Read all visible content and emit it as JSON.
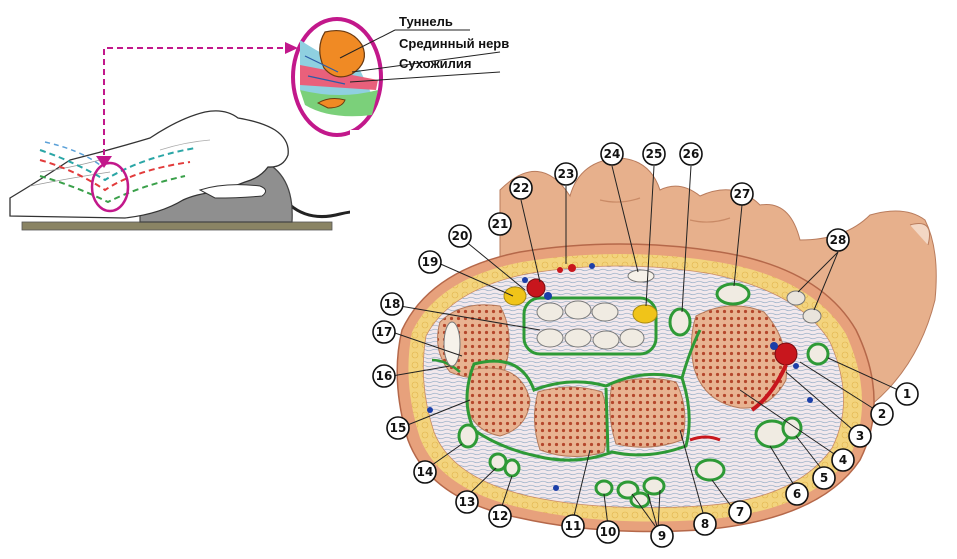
{
  "inset": {
    "labels": [
      "Туннель",
      "Срединный нерв",
      "Сухожилия"
    ]
  },
  "cross_section": {
    "callouts": [
      "1",
      "2",
      "3",
      "4",
      "5",
      "6",
      "7",
      "8",
      "9",
      "10",
      "11",
      "12",
      "13",
      "14",
      "15",
      "16",
      "17",
      "18",
      "19",
      "20",
      "21",
      "22",
      "23",
      "24",
      "25",
      "26",
      "27",
      "28"
    ]
  },
  "colors": {
    "highlight_circle": "#c2188b",
    "tendon_sheath": "#2e9a36",
    "bone": "#e5a986",
    "nerve": "#f0c419",
    "artery": "#c8161d",
    "vein": "#1c3fa8",
    "fat": "#f2d27a",
    "skin": "#e9a981"
  }
}
